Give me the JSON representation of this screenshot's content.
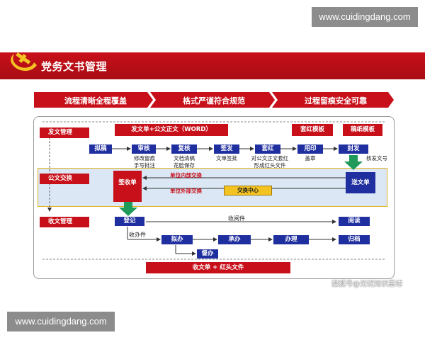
{
  "watermarks": {
    "top": "www.cuidingdang.com",
    "bottom": "www.cuidingdang.com",
    "credit": "搜狐号@无忧知识星球"
  },
  "header": {
    "title": "党务文书管理"
  },
  "principles": [
    "流程清晰全程覆盖",
    "格式严谨符合规范",
    "过程留痕安全可靠"
  ],
  "lanes": {
    "send": "发文管理",
    "exchange": "公文交换",
    "receive": "收文管理"
  },
  "top_boxes": {
    "doc": "发文单+公文正文（WORD）",
    "template": "套红模板",
    "paper": "稿纸模板"
  },
  "send_steps": [
    {
      "label": "拟稿",
      "sub": ""
    },
    {
      "label": "审核",
      "sub": "修改留痕\n手写批注"
    },
    {
      "label": "复核",
      "sub": "文档清稿\n花脸保存"
    },
    {
      "label": "签发",
      "sub": "文单签批"
    },
    {
      "label": "套红",
      "sub": "对公文正文套红\n形成红头文件"
    },
    {
      "label": "用印",
      "sub": "盖章"
    },
    {
      "label": "封发",
      "sub": ""
    }
  ],
  "side_notes": {
    "numbering": "核发文号"
  },
  "exchange": {
    "sign_box": "签收单",
    "send_doc": "送文单",
    "internal": "单位内部交换",
    "external": "单位外部交换",
    "center": "交换中心"
  },
  "receive": {
    "register": "登记",
    "circulate": "收阅件",
    "handle": "收办件",
    "read": "阅读",
    "archive": "归档"
  },
  "handle_steps": [
    "拟办",
    "承办",
    "办理"
  ],
  "supervise": "督办",
  "bottom_box": "收文单 + 红头文件",
  "colors": {
    "red": "#c8101a",
    "blue": "#1f2f9f",
    "green": "#1f9a5a",
    "gold": "#e3b323",
    "band": "#dbe7f5"
  }
}
